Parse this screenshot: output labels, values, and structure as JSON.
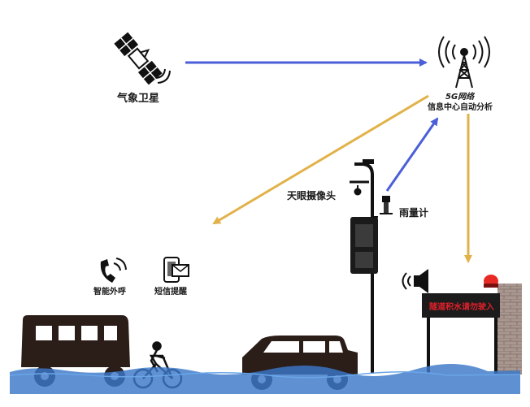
{
  "labels": {
    "satellite": "气象卫星",
    "network_5g": "5G网络",
    "info_center": "信息中心自动分析",
    "camera": "天眼摄像头",
    "rain_gauge": "雨量计",
    "smart_call": "智能外呼",
    "sms_alert": "短信提醒",
    "warning_sign": "隧道积水请勿驶入"
  },
  "colors": {
    "blue_arrow": "#4a5fd8",
    "gold_arrow": "#e2b24a",
    "water": "#3a78c8",
    "vehicle": "#2b1d18",
    "sign_text": "#e0202a",
    "wall": "#9c8a86"
  },
  "icons": {
    "satellite": "satellite-icon",
    "tower": "signal-tower-icon",
    "phone": "phone-call-icon",
    "sms": "sms-phone-icon",
    "speaker": "speaker-icon",
    "alarm": "alarm-light-icon"
  }
}
